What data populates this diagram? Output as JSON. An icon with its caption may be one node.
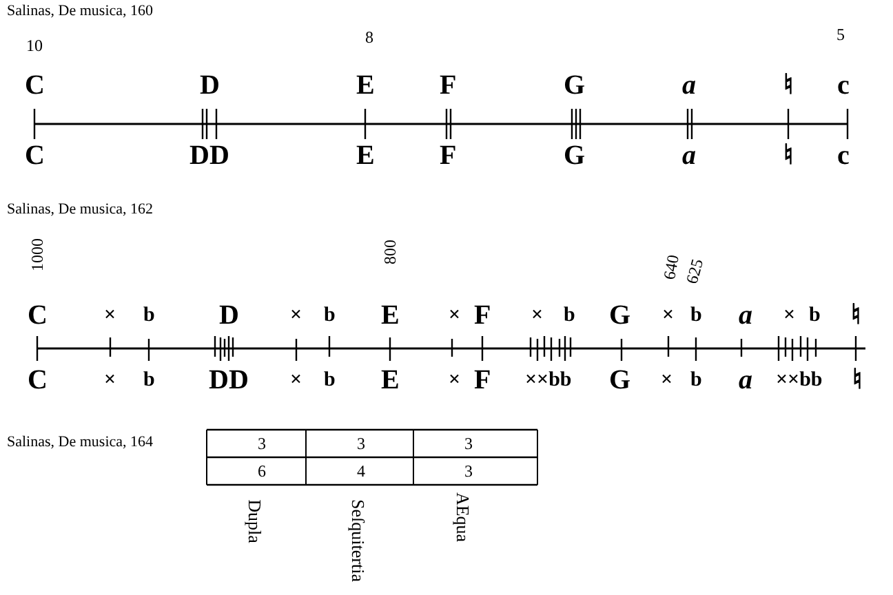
{
  "diagram": {
    "labels": [
      "Salinas, De musica, 160",
      "10",
      "8",
      "5",
      "C",
      "D",
      "E",
      "F",
      "G",
      "a",
      "♮",
      "c",
      "C",
      "DD",
      "E",
      "F",
      "G",
      "a",
      "♮",
      "c",
      "Salinas, De musica, 162",
      "1000",
      "800",
      "640",
      "625",
      "C",
      "×",
      "b",
      "D",
      "×",
      "b",
      "E",
      "×",
      "F",
      "×",
      "b",
      "G",
      "×",
      "b",
      "a",
      "×",
      "b",
      "♮",
      "C",
      "×",
      "b",
      "DD",
      "×",
      "b",
      "E",
      "×",
      "F",
      "××bb",
      "G",
      "×",
      "b",
      "a",
      "××bb",
      "♮",
      "Salinas, De musica, 164",
      "3",
      "3",
      "3",
      "6",
      "4",
      "3",
      "Dupla",
      "Seſquitertia",
      "AEqua"
    ]
  }
}
